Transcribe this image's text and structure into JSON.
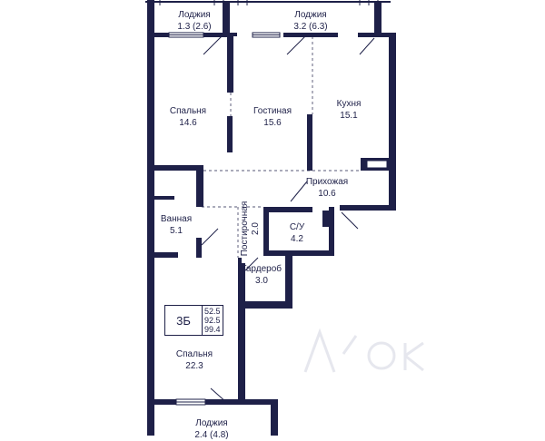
{
  "plan": {
    "type_code": "3Б",
    "areas": [
      "52.5",
      "92.5",
      "99.4"
    ],
    "rooms": [
      {
        "id": "loggia-1",
        "name": "Лоджия",
        "area": "1.3 (2.6)"
      },
      {
        "id": "loggia-2",
        "name": "Лоджия",
        "area": "3.2 (6.3)"
      },
      {
        "id": "bedroom-1",
        "name": "Спальня",
        "area": "14.6"
      },
      {
        "id": "living",
        "name": "Гостиная",
        "area": "15.6"
      },
      {
        "id": "kitchen",
        "name": "Кухня",
        "area": "15.1"
      },
      {
        "id": "hallway",
        "name": "Прихожая",
        "area": "10.6"
      },
      {
        "id": "bathroom",
        "name": "Ванная",
        "area": "5.1"
      },
      {
        "id": "pantry",
        "name": "Постирочная",
        "area": "2.0"
      },
      {
        "id": "wc",
        "name": "С/У",
        "area": "4.2"
      },
      {
        "id": "wardrobe",
        "name": "Гардероб",
        "area": "3.0"
      },
      {
        "id": "bedroom-2",
        "name": "Спальня",
        "area": "22.3"
      },
      {
        "id": "loggia-3",
        "name": "Лоджия",
        "area": "2.4 (4.8)"
      }
    ],
    "colors": {
      "wall": "#1e2048",
      "window": "#1e2048",
      "background": "#ffffff",
      "watermark": "#e6e7ee"
    }
  }
}
